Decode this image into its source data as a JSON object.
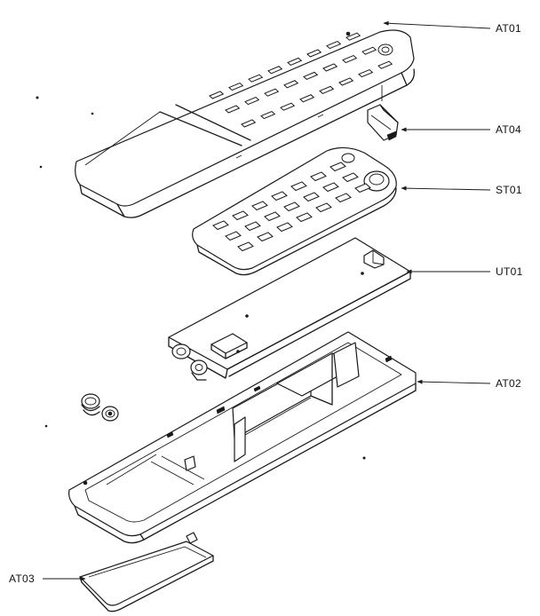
{
  "diagram": {
    "parts": [
      {
        "id": "at01",
        "label": "AT01"
      },
      {
        "id": "at04",
        "label": "AT04"
      },
      {
        "id": "st01",
        "label": "ST01"
      },
      {
        "id": "ut01",
        "label": "UT01"
      },
      {
        "id": "at02",
        "label": "AT02"
      },
      {
        "id": "at03",
        "label": "AT03"
      }
    ]
  }
}
